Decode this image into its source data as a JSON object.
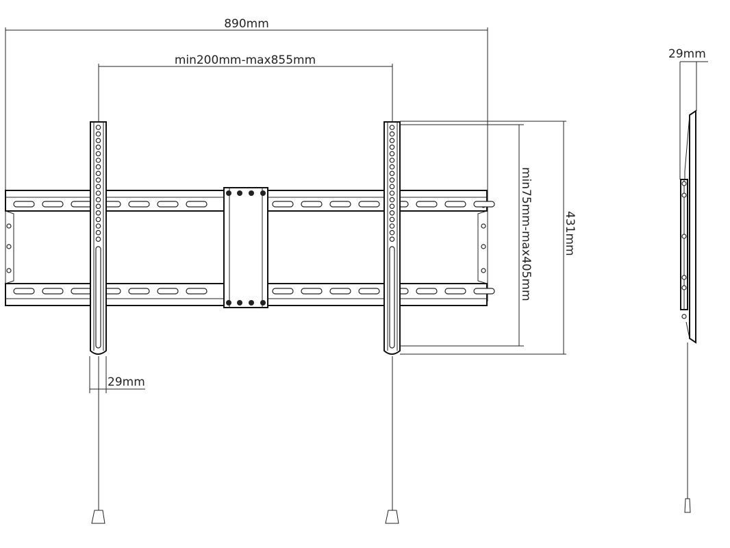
{
  "dimensions": {
    "overall_width": "890mm",
    "adjustable_width": "min200mm-max855mm",
    "adjustable_height": "min75mm-max405mm",
    "overall_height": "431mm",
    "arm_width": "29mm",
    "profile_depth": "29mm"
  },
  "colors": {
    "line": "#222222",
    "background": "#ffffff"
  }
}
